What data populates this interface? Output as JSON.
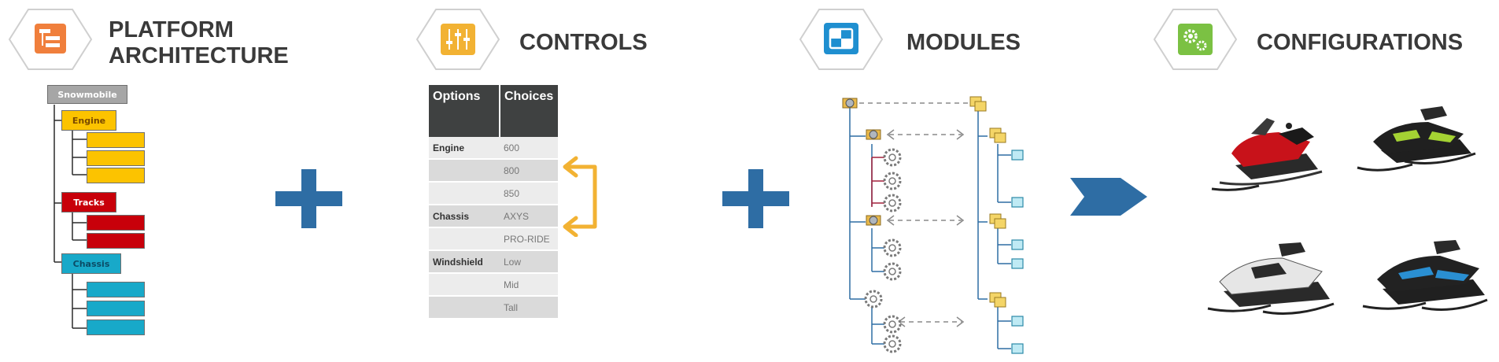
{
  "sections": [
    {
      "id": "platform",
      "title_line1": "PLATFORM",
      "title_line2": "ARCHITECTURE",
      "icon": "hierarchy-icon",
      "color": "#f07f3c"
    },
    {
      "id": "controls",
      "title_line1": "CONTROLS",
      "icon": "sliders-icon",
      "color": "#f2b233"
    },
    {
      "id": "modules",
      "title_line1": "MODULES",
      "icon": "modules-icon",
      "color": "#1f8fd0"
    },
    {
      "id": "configurations",
      "title_line1": "CONFIGURATIONS",
      "icon": "gears-icon",
      "color": "#7bc143"
    }
  ],
  "tree": {
    "root": "Snowmobile",
    "groups": [
      {
        "label": "Engine",
        "color": "#fcc300",
        "children": 3
      },
      {
        "label": "Tracks",
        "color": "#c8000a",
        "children": 2
      },
      {
        "label": "Chassis",
        "color": "#18a9c9",
        "children": 3
      }
    ],
    "root_color": "#a6a6a6"
  },
  "controls_table": {
    "headers": [
      "Options",
      "Choices"
    ],
    "rows": [
      {
        "option": "Engine",
        "choice": "600"
      },
      {
        "option": "",
        "choice": "800"
      },
      {
        "option": "",
        "choice": "850"
      },
      {
        "option": "Chassis",
        "choice": "AXYS"
      },
      {
        "option": "",
        "choice": "PRO-RIDE"
      },
      {
        "option": "Windshield",
        "choice": "Low"
      },
      {
        "option": "",
        "choice": "Mid"
      },
      {
        "option": "",
        "choice": "Tall"
      }
    ],
    "arrow_color": "#f2b233"
  },
  "operators": {
    "plus_color": "#2e6da4",
    "arrow_color": "#2e6da4"
  },
  "snowmobiles": [
    {
      "name": "red-snowmobile",
      "accent": "#c8121a"
    },
    {
      "name": "green-snowmobile",
      "accent": "#a4d233"
    },
    {
      "name": "white-snowmobile",
      "accent": "#d8d8d8"
    },
    {
      "name": "blue-snowmobile",
      "accent": "#2a8fd2"
    }
  ]
}
